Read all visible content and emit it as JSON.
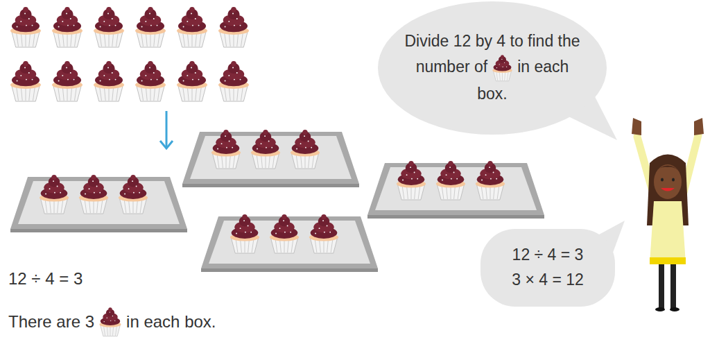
{
  "diagram": {
    "nodes": [
      {
        "text": [
          "Divide 12 by 4 to find the number of",
          "in each box."
        ]
      },
      {
        "text": [
          "12 ÷ 4 = 3",
          "3 × 4 = 12"
        ]
      }
    ],
    "labels": [
      "12 ÷ 4 = 3",
      "There are 3",
      "in each box."
    ]
  }
}
